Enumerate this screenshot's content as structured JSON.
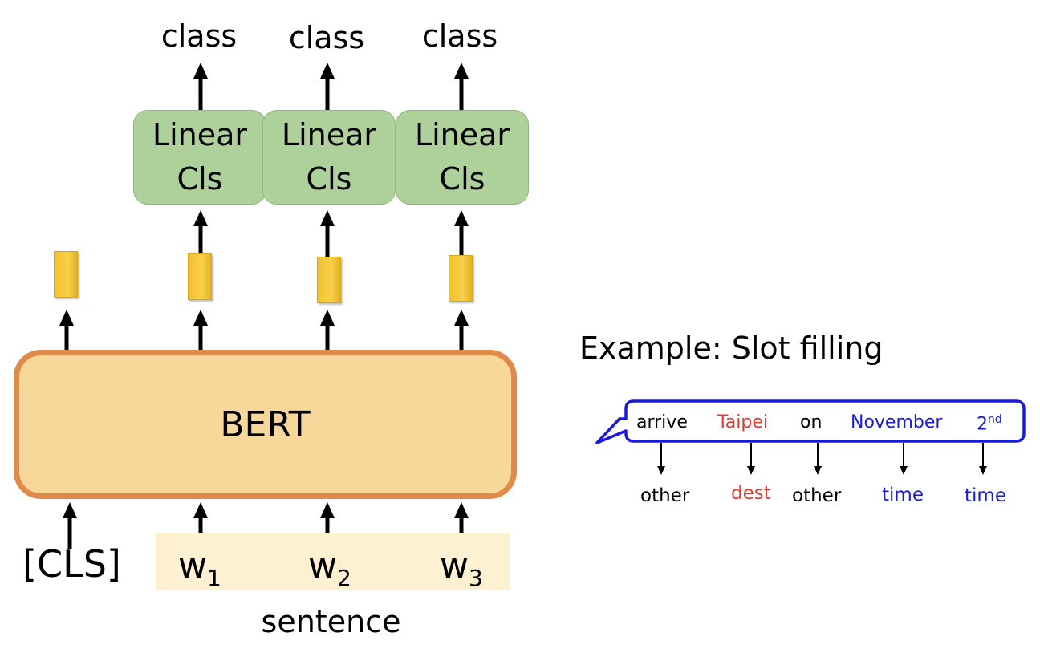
{
  "diagram": {
    "outputs": [
      "class",
      "class",
      "class"
    ],
    "classifier": {
      "line1": "Linear",
      "line2": "Cls"
    },
    "model_label": "BERT",
    "inputs": {
      "cls": "[CLS]",
      "tokens": [
        {
          "base": "w",
          "sub": "1"
        },
        {
          "base": "w",
          "sub": "2"
        },
        {
          "base": "w",
          "sub": "3"
        }
      ]
    },
    "sentence_label": "sentence"
  },
  "example": {
    "title": "Example: Slot filling",
    "words": [
      {
        "text": "arrive",
        "color": "#000000"
      },
      {
        "text": "Taipei",
        "color": "#e03c31"
      },
      {
        "text": "on",
        "color": "#000000"
      },
      {
        "text": "November",
        "color": "#1a1adb"
      },
      {
        "text": "2",
        "sup": "nd",
        "color": "#1a1adb"
      }
    ],
    "tags": [
      {
        "text": "other",
        "color": "#000000"
      },
      {
        "text": "dest",
        "color": "#e03c31"
      },
      {
        "text": "other",
        "color": "#000000"
      },
      {
        "text": "time",
        "color": "#1a1adb"
      },
      {
        "text": "time",
        "color": "#1a1adb"
      }
    ]
  },
  "colors": {
    "classifier_fill": "#aed09a",
    "bert_fill": "#f8d79b",
    "bert_border": "#e08a4b",
    "vector_fill": "#f2c12e",
    "sentence_band": "#fdf1d2",
    "callout_border": "#1a1adb"
  }
}
